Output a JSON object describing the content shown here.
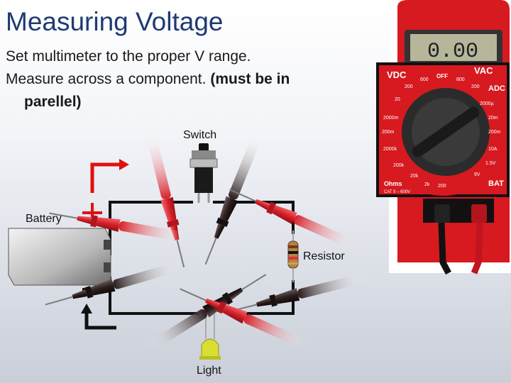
{
  "slide": {
    "title": "Measuring Voltage",
    "line1": "Set multimeter to the proper V range.",
    "line2_text": "Measure across a component.",
    "line2_bold": "(must be in",
    "line3_bold": "parellel)"
  },
  "labels": {
    "switch": "Switch",
    "battery": "Battery",
    "resistor": "Resistor",
    "light": "Light"
  },
  "multimeter": {
    "display": "0.00",
    "dial": {
      "vdc": "VDC",
      "vac": "VAC",
      "adc": "ADC",
      "off": "OFF",
      "ohms": "Ohms",
      "bat": "BAT",
      "r600a": "600",
      "r200a": "200",
      "r20": "20",
      "r2000m": "2000m",
      "r200m": "200m",
      "r2000k": "2000k",
      "r200k": "200k",
      "r20k": "20k",
      "r2k": "2k",
      "r200": "200",
      "r800": "800",
      "r200b": "200",
      "r2000u": "2000µ",
      "r20m": "20m",
      "r200mb": "200m",
      "r10a": "10A",
      "r15v": "1.5V",
      "r9v": "9V",
      "cat": "CAT II – 600V"
    }
  },
  "colors": {
    "title": "#1f3a73",
    "accent_red": "#e01010",
    "multimeter_red": "#d71920",
    "probe_red": "#d9202a",
    "probe_black": "#2a1c1c"
  }
}
